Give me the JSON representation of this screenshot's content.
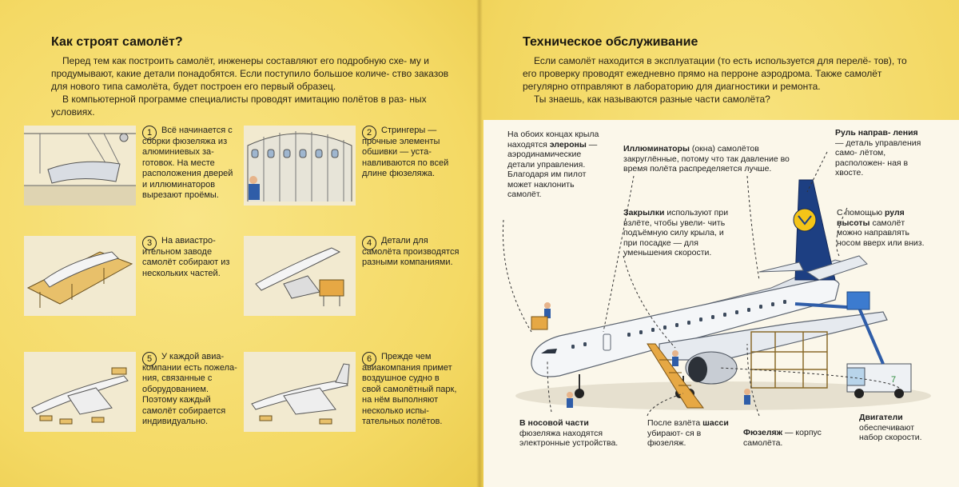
{
  "left": {
    "title": "Как строят самолёт?",
    "intro_1": "Перед тем как построить самолёт, инженеры составляют его подробную схе- му и продумывают, какие детали понадобятся. Если поступило большое количе- ство заказов для нового типа самолёта, будет построен его первый образец.",
    "intro_2": "В компьютерной программе специалисты проводят имитацию полётов в раз- ных условиях.",
    "steps": [
      {
        "num": "1",
        "text": "Всё начинается с сборки фюзеляжа из алюминиевых за- готовок. На месте расположения дверей и иллюминаторов вырезают проёмы."
      },
      {
        "num": "2",
        "text": "Стрингеры — прочные элементы обшивки — уста- навливаются по всей длине фюзеляжа."
      },
      {
        "num": "3",
        "text": "На авиастро- ительном заводе самолёт собирают из нескольких частей."
      },
      {
        "num": "4",
        "text": "Детали для самолёта производятся разными компаниями."
      },
      {
        "num": "5",
        "text": "У каждой авиа- компании есть пожела- ния, связанные с оборудованием. Поэтому каждый самолёт собирается индивидуально."
      },
      {
        "num": "6",
        "text": "Прежде чем авиакомпания примет воздушное судно в свой самолётный парк, на нём выполняют несколько испы- тательных полётов."
      }
    ]
  },
  "right": {
    "title": "Техническое обслуживание",
    "intro_1": "Если самолёт находится в эксплуатации (то есть используется для перелё- тов), то его проверку проводят ежедневно прямо на перроне аэродрома. Также самолёт регулярно отправляют в лабораторию для диагностики и ремонта.",
    "intro_2": "Ты знаешь, как называются разные части самолёта?",
    "labels": {
      "ailerons_a": "На обоих концах крыла находятся",
      "ailerons_b": "элероны",
      "ailerons_c": "— аэродинамические детали управления. Благодаря им пилот может наклонить самолёт.",
      "windows_a": "Иллюминаторы",
      "windows_b": "(окна) самолётов закруглённые, потому что так давление во время полёта распределяется лучше.",
      "rudder_a": "Руль направ- ления",
      "rudder_b": "— деталь управления само- лётом, расположен- ная в хвосте.",
      "flaps_a": "Закрылки",
      "flaps_b": "используют при взлёте, чтобы увели- чить подъёмную силу крыла, и при посадке — для уменьшения скорости.",
      "elevator_a": "С помощью",
      "elevator_b": "руля высоты",
      "elevator_c": "самолёт можно направлять носом вверх или вниз.",
      "nose_a": "В носовой части",
      "nose_b": "фюзеляжа находятся электронные устройства.",
      "gear_a": "После взлёта",
      "gear_b": "шасси",
      "gear_c": "убирают- ся в фюзеляж.",
      "fuselage_a": "Фюзеляж",
      "fuselage_b": "— корпус самолёта.",
      "engines_a": "Двигатели",
      "engines_b": "обеспечивают набор скорости."
    }
  },
  "colors": {
    "page_yellow": "#f6df6f",
    "plane_body": "#f4f6f8",
    "tail_blue": "#1d3f82",
    "logo_yellow": "#f4c417",
    "gse_blue": "#2f5da8",
    "stairs_orange": "#e6a844"
  }
}
